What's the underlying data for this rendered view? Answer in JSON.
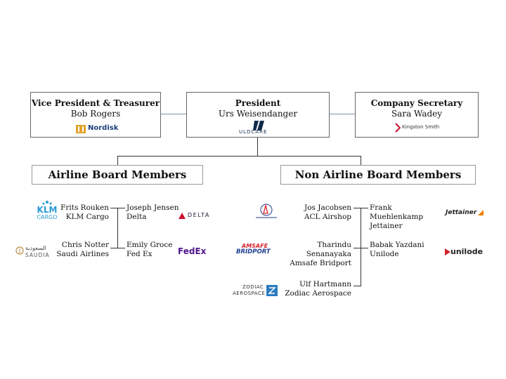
{
  "top": {
    "vp": {
      "title": "Vice President & Treasurer",
      "name": "Bob Rogers",
      "logo": "Nordisk"
    },
    "president": {
      "title": "President",
      "name": "Urs Weisendanger",
      "logo": "ULDCARE"
    },
    "secretary": {
      "title": "Company Secretary",
      "name": "Sara Wadey",
      "logo": "Kingston Smith"
    }
  },
  "airline": {
    "header": "Airline Board Members",
    "members": [
      {
        "name": "Frits Rouken",
        "company": "KLM Cargo",
        "logo_main": "KLM",
        "logo_sub": "CARGO"
      },
      {
        "name": "Joseph Jensen",
        "company": "Delta",
        "logo_main": "DELTA"
      },
      {
        "name": "Chris Notter",
        "company": "Saudi Airlines",
        "logo_main": "السعودية",
        "logo_sub": "SAUDIA"
      },
      {
        "name": "Emily Groce",
        "company": "Fed Ex",
        "logo_main": "FedEx"
      }
    ]
  },
  "nonairline": {
    "header": "Non Airline Board Members",
    "members": [
      {
        "name": "Jos Jacobsen",
        "company": "ACL Airshop",
        "logo_main": "ACL"
      },
      {
        "name": "Frank Muehlenkamp",
        "company": "Jettainer",
        "logo_main": "Jettainer"
      },
      {
        "name": "Tharindu Senanayaka",
        "company": "Amsafe Bridport",
        "logo_main": "AMSAFE",
        "logo_sub": "BRIDPORT"
      },
      {
        "name": "Babak Yazdani",
        "company": "Unilode",
        "logo_main": "unilode"
      },
      {
        "name": "Ulf Hartmann",
        "company": "Zodiac Aerospace",
        "logo_main": "ZODIAC",
        "logo_sub": "AEROSPACE"
      }
    ]
  },
  "colors": {
    "klm": "#2a9ad6",
    "delta": "#c8102e",
    "fedex_purple": "#4d148c",
    "fedex_orange": "#ff6600",
    "amsafe_red": "#d6202c",
    "amsafe_blue": "#1f3f8f",
    "nordisk": "#1b3f7a",
    "zodiac": "#2a7bbf",
    "uldcare": "#0f2a4a"
  }
}
